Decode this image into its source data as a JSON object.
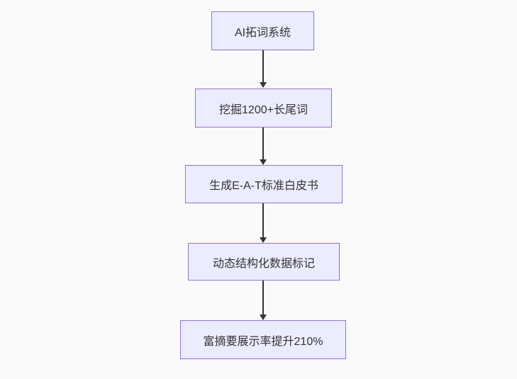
{
  "page": {
    "background": "#fafafa"
  },
  "diagram": {
    "type": "flowchart",
    "direction": "top-down",
    "nodes": [
      {
        "id": "A",
        "label": "AI拓词系统"
      },
      {
        "id": "B",
        "label": "挖掘1200+长尾词"
      },
      {
        "id": "C",
        "label": "生成E-A-T标准白皮书"
      },
      {
        "id": "D",
        "label": "动态结构化数据标记"
      },
      {
        "id": "E",
        "label": "富摘要展示率提升210%"
      }
    ],
    "edges": [
      {
        "from": "A",
        "to": "B"
      },
      {
        "from": "B",
        "to": "C"
      },
      {
        "from": "C",
        "to": "D"
      },
      {
        "from": "D",
        "to": "E"
      }
    ],
    "colors": {
      "node_fill": "#ECECFF",
      "node_border": "#9370DB",
      "arrow": "#333333",
      "text": "#333333"
    }
  }
}
